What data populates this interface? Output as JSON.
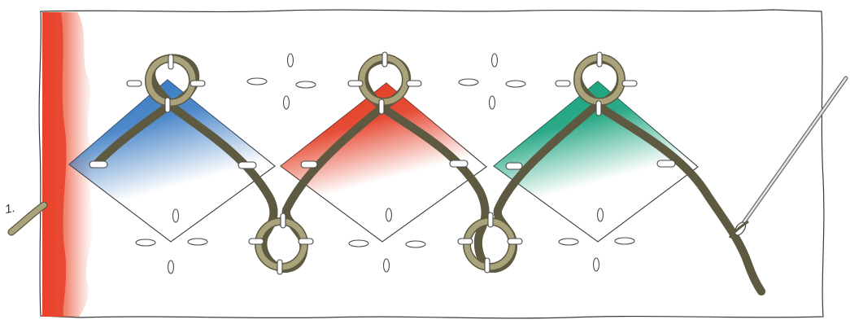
{
  "step_label": "1.",
  "colors": {
    "paper": "#ffffff",
    "edge_wash": "#e8412a",
    "diamond_blue": "#2f74c0",
    "diamond_red": "#e3381f",
    "diamond_green": "#14a07a",
    "cord": "#a9a27a",
    "cord_outline": "#5e5a42",
    "stitch": "#ffffff",
    "stitch_outline": "#4a4a4a",
    "needle": "#9a9a9a"
  },
  "figure": {
    "diamonds": [
      {
        "name": "blue-diamond",
        "color": "diamond_blue"
      },
      {
        "name": "red-diamond",
        "color": "diamond_red"
      },
      {
        "name": "green-diamond",
        "color": "diamond_green"
      }
    ],
    "top_loops": 3,
    "bottom_loops": 2,
    "has_needle": true
  }
}
